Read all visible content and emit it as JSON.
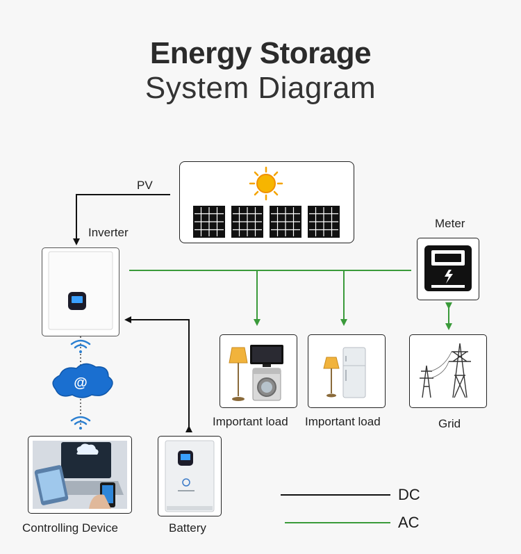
{
  "title": {
    "line1": "Energy Storage",
    "line2": "System Diagram"
  },
  "labels": {
    "pv": "PV",
    "inverter": "Inverter",
    "meter": "Meter",
    "important_load_1": "Important load",
    "important_load_2": "Important load",
    "grid": "Grid",
    "controlling_device": "Controlling Device",
    "battery": "Battery"
  },
  "legend": {
    "dc": {
      "label": "DC",
      "color": "#111111"
    },
    "ac": {
      "label": "AC",
      "color": "#3a9a3a"
    }
  },
  "icons": [
    "sun-icon",
    "solar-panel-icon",
    "inverter-icon",
    "wifi-icon",
    "cloud-at-icon",
    "meter-icon",
    "lamp-icon",
    "tv-icon",
    "washing-machine-icon",
    "fridge-icon",
    "pylon-icon",
    "battery-icon",
    "device-icon"
  ]
}
